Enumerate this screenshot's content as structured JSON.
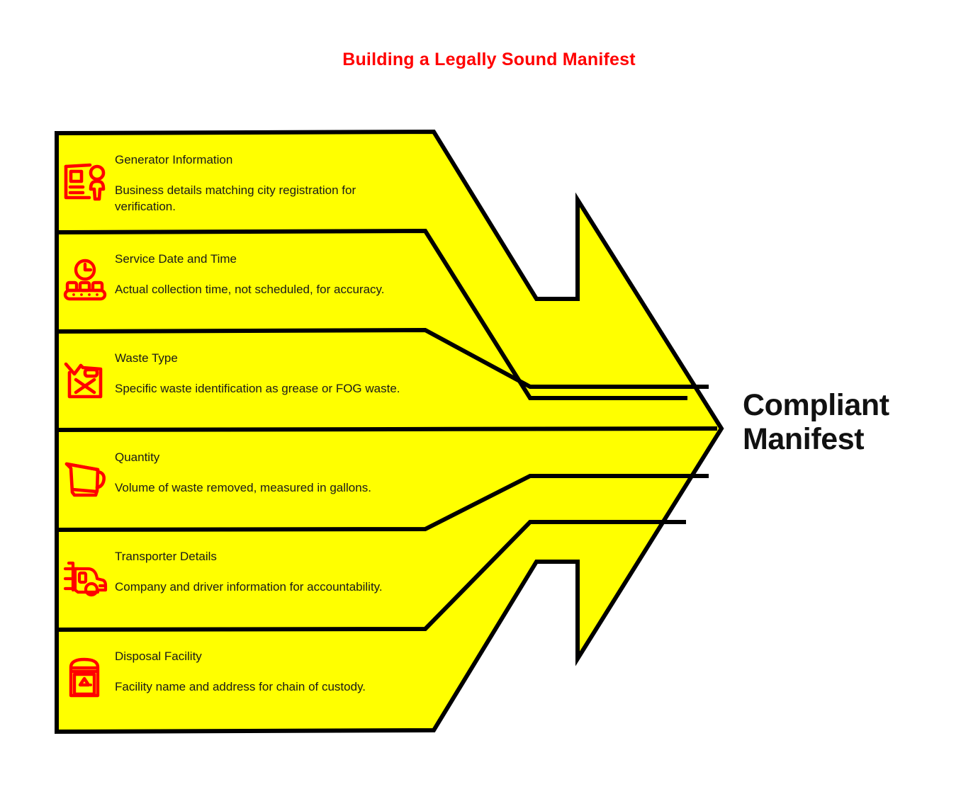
{
  "title": "Building a Legally Sound Manifest",
  "colors": {
    "title": "#ff0000",
    "band_fill": "#ffff00",
    "band_stroke": "#000000",
    "icon": "#ff0000",
    "text": "#1a1a1a",
    "outcome_text": "#111111",
    "background": "#ffffff"
  },
  "outcome": {
    "line1": "Compliant",
    "line2": "Manifest"
  },
  "rows": [
    {
      "icon": "id-card-person-icon",
      "heading": "Generator Information",
      "description": "Business details matching city registration for verification."
    },
    {
      "icon": "clock-conveyor-belt-icon",
      "heading": "Service Date and Time",
      "description": "Actual collection time, not scheduled, for accuracy."
    },
    {
      "icon": "jerry-can-waste-icon",
      "heading": "Waste Type",
      "description": "Specific waste identification as grease or FOG waste."
    },
    {
      "icon": "measuring-jug-icon",
      "heading": "Quantity",
      "description": "Volume of waste removed, measured in gallons."
    },
    {
      "icon": "semi-truck-icon",
      "heading": "Transporter Details",
      "description": "Company and driver information for accountability."
    },
    {
      "icon": "disposal-bin-icon",
      "heading": "Disposal Facility",
      "description": "Facility name and address for chain of custody."
    }
  ],
  "chart_data": {
    "type": "diagram",
    "subtype": "segmented-arrow",
    "title": "Building a Legally Sound Manifest",
    "direction": "left-to-right",
    "segment_count": 6,
    "segments": [
      "Generator Information",
      "Service Date and Time",
      "Waste Type",
      "Quantity",
      "Transporter Details",
      "Disposal Facility"
    ],
    "target": "Compliant Manifest"
  }
}
